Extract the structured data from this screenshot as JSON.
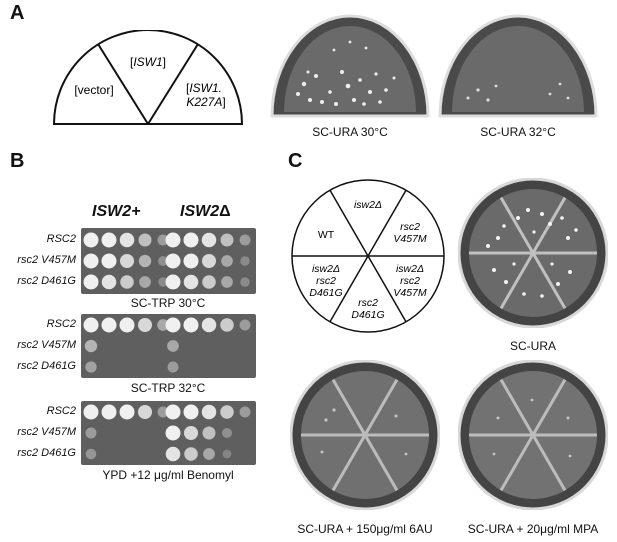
{
  "panels": {
    "a": "A",
    "b": "B",
    "c": "C"
  },
  "panel_a": {
    "sectors": [
      "[vector]",
      "[",
      "ISW1",
      "]",
      "[",
      "ISW1.",
      "K227A",
      "]"
    ],
    "plate_captions": [
      "SC-URA 30°C",
      "SC-URA 32°C"
    ]
  },
  "panel_b": {
    "headers": [
      "ISW2+",
      "ISW2",
      "Δ"
    ],
    "strains": [
      "RSC2",
      "rsc2 V457M",
      "rsc2 D461G"
    ],
    "conditions": [
      "SC-TRP 30°C",
      "SC-TRP 32°C",
      "YPD +12 μg/ml Benomyl"
    ],
    "growth": [
      [
        [
          1,
          1,
          0.9,
          0.6,
          0.3
        ],
        [
          1,
          1,
          0.9,
          0.6,
          0.3
        ]
      ],
      [
        [
          1,
          1,
          0.8,
          0.5,
          0.2
        ],
        [
          1,
          1,
          0.8,
          0.4,
          0.15
        ]
      ],
      [
        [
          1,
          0.9,
          0.7,
          0.4,
          0.15
        ],
        [
          1,
          0.9,
          0.7,
          0.4,
          0.15
        ]
      ],
      [
        [
          1,
          1,
          1,
          0.8,
          0.4
        ],
        [
          1,
          1,
          0.9,
          0.7,
          0.3
        ]
      ],
      [
        [
          0.5,
          0,
          0,
          0,
          0
        ],
        [
          0.4,
          0,
          0,
          0,
          0
        ]
      ],
      [
        [
          0.35,
          0,
          0,
          0,
          0
        ],
        [
          0.3,
          0,
          0,
          0,
          0
        ]
      ],
      [
        [
          1,
          1,
          1,
          0.8,
          0.3
        ],
        [
          1,
          1,
          0.9,
          0.7,
          0.3
        ]
      ],
      [
        [
          0.3,
          0,
          0,
          0,
          0
        ],
        [
          1,
          0.8,
          0.6,
          0.2,
          0
        ]
      ],
      [
        [
          0.25,
          0,
          0,
          0,
          0
        ],
        [
          0.9,
          0.7,
          0.4,
          0.1,
          0
        ]
      ]
    ]
  },
  "panel_c": {
    "diagram_labels": [
      "isw2Δ",
      "WT",
      "rsc2",
      "V457M",
      "isw2Δ",
      "rsc2",
      "D461G",
      "isw2Δ",
      "rsc2",
      "V457M",
      "rsc2",
      "D461G"
    ],
    "plate_captions": [
      "SC-URA",
      "SC-URA + 150μg/ml 6AU",
      "SC-URA + 20μg/ml MPA"
    ]
  }
}
